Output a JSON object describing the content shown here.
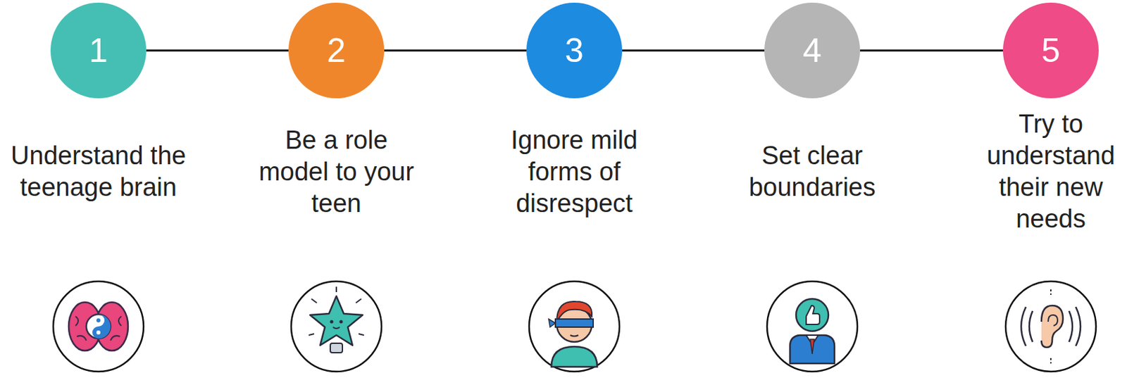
{
  "diagram": {
    "nodes": [
      {
        "text": [
          "1",
          "Understand the teenage brain"
        ]
      },
      {
        "text": [
          "2",
          "Be a role model to your teen"
        ]
      },
      {
        "text": [
          "3",
          "Ignore mild forms of disrespect"
        ]
      },
      {
        "text": [
          "4",
          "Set clear boundaries"
        ]
      },
      {
        "text": [
          "5",
          "Try to understand their new needs"
        ]
      }
    ],
    "edges": [
      {
        "from": 0,
        "to": 1,
        "arrow": "none"
      },
      {
        "from": 1,
        "to": 2,
        "arrow": "none"
      },
      {
        "from": 2,
        "to": 3,
        "arrow": "none"
      },
      {
        "from": 3,
        "to": 4,
        "arrow": "none"
      }
    ]
  }
}
